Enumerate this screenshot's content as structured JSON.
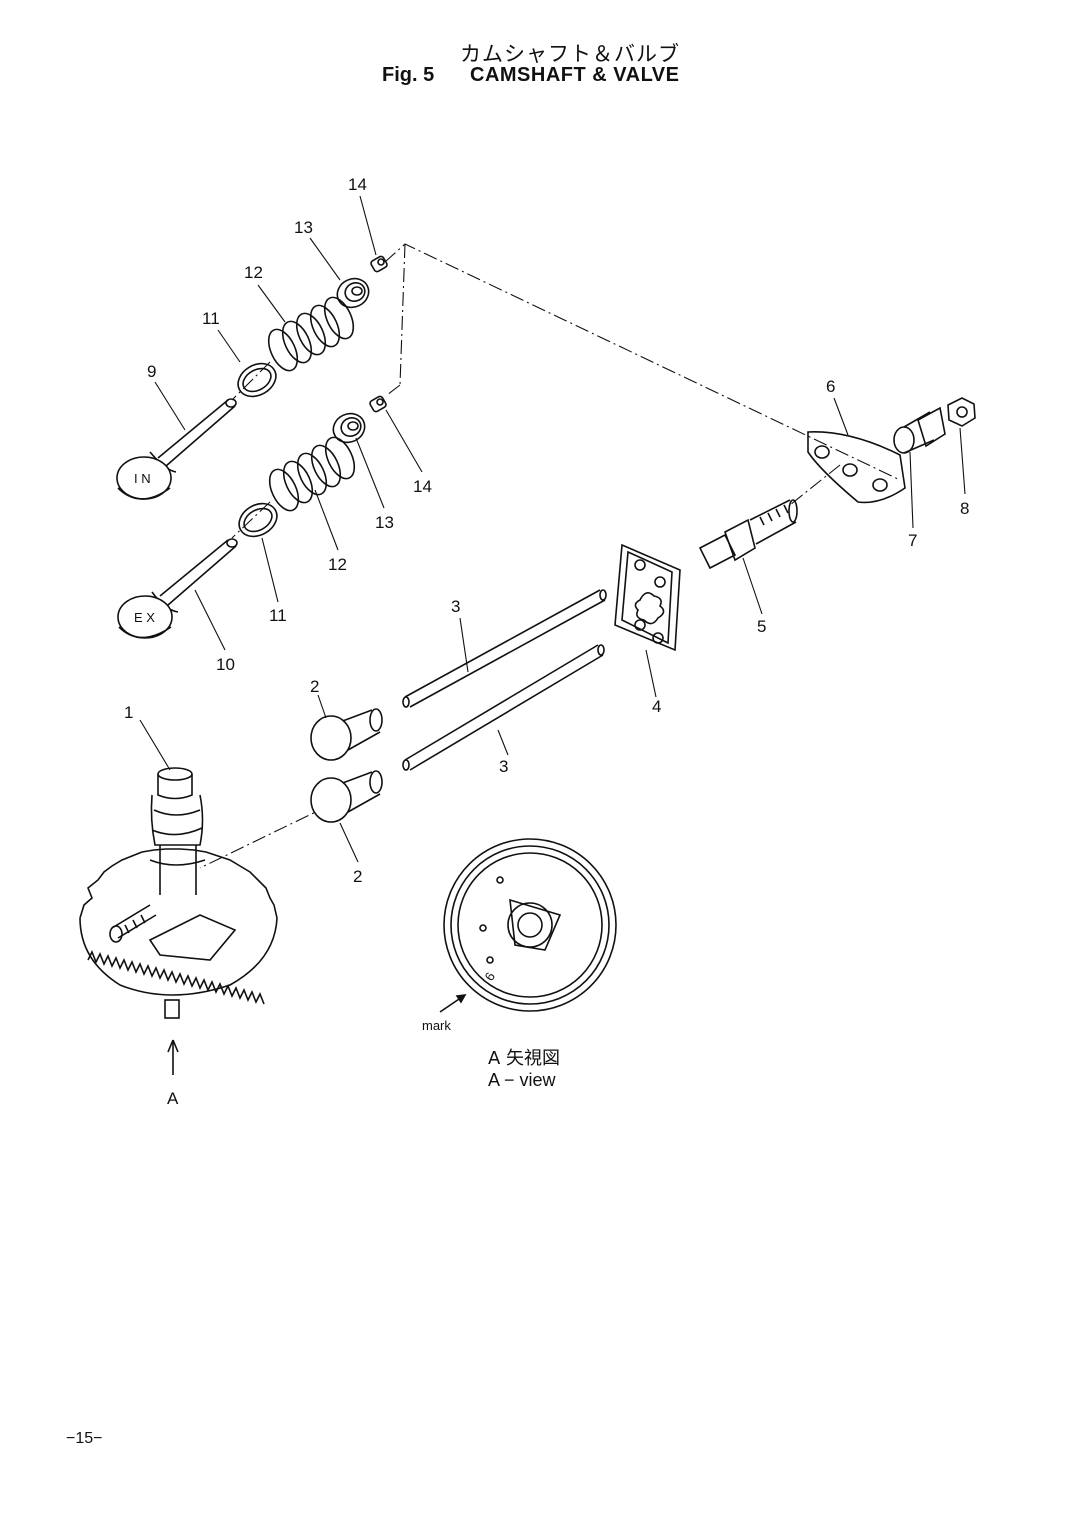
{
  "header": {
    "title_jp": "カムシャフト＆バルブ",
    "fig_label": "Fig. 5",
    "title_en": "CAMSHAFT & VALVE"
  },
  "callouts": [
    {
      "id": "c1",
      "text": "1"
    },
    {
      "id": "c2a",
      "text": "2"
    },
    {
      "id": "c2b",
      "text": "2"
    },
    {
      "id": "c3a",
      "text": "3"
    },
    {
      "id": "c3b",
      "text": "3"
    },
    {
      "id": "c4",
      "text": "4"
    },
    {
      "id": "c5",
      "text": "5"
    },
    {
      "id": "c6",
      "text": "6"
    },
    {
      "id": "c7",
      "text": "7"
    },
    {
      "id": "c8",
      "text": "8"
    },
    {
      "id": "c9",
      "text": "9"
    },
    {
      "id": "c10",
      "text": "10"
    },
    {
      "id": "c11a",
      "text": "11"
    },
    {
      "id": "c11b",
      "text": "11"
    },
    {
      "id": "c12a",
      "text": "12"
    },
    {
      "id": "c12b",
      "text": "12"
    },
    {
      "id": "c13a",
      "text": "13"
    },
    {
      "id": "c13b",
      "text": "13"
    },
    {
      "id": "c14a",
      "text": "14"
    },
    {
      "id": "c14b",
      "text": "14"
    }
  ],
  "valve_marks": {
    "intake": "I N",
    "exhaust": "E X"
  },
  "view_arrow_label": "A",
  "mark_label": "mark",
  "gear_mark": "6",
  "view_caption": {
    "jp": "A 矢視図",
    "en": "A − view"
  },
  "page_number": "−15−"
}
